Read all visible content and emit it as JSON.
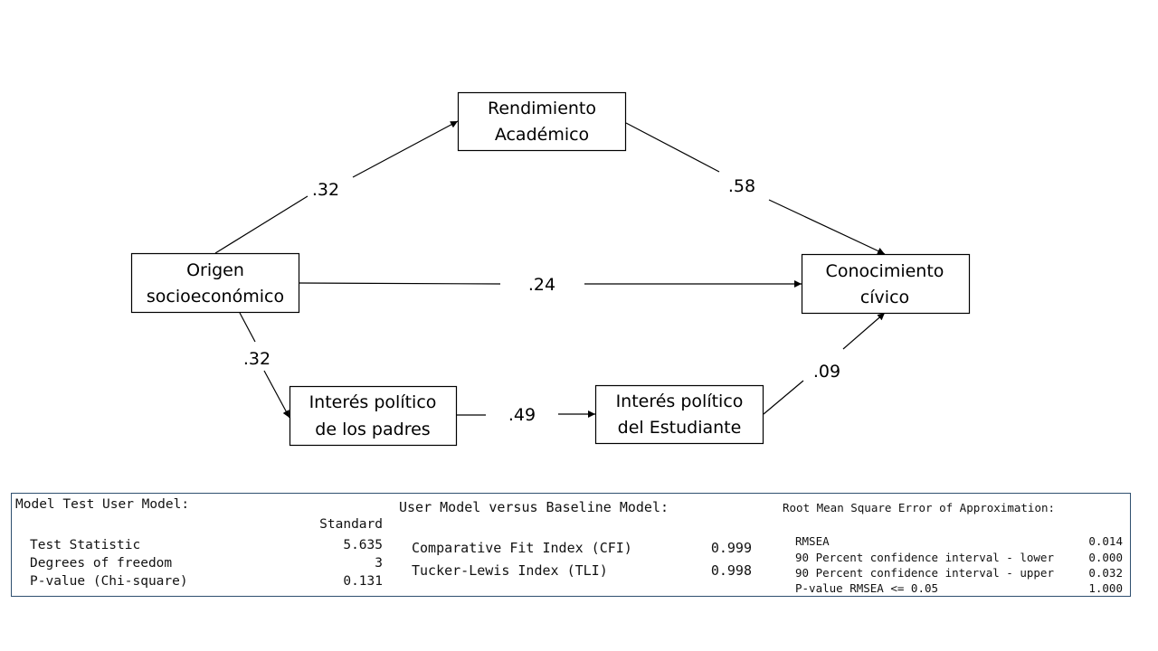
{
  "diagram": {
    "nodes": {
      "origen": [
        "Origen",
        "socioeconómico"
      ],
      "rendimiento": [
        "Rendimiento",
        "Académico"
      ],
      "conocimiento": [
        "Conocimiento",
        "cívico"
      ],
      "padres": [
        "Interés político",
        "de los padres"
      ],
      "estudiante": [
        "Interés político",
        "del Estudiante"
      ]
    },
    "edges": {
      "origen_rendimiento": ".32",
      "rendimiento_conocimiento": ".58",
      "origen_conocimiento": ".24",
      "origen_padres": ".32",
      "padres_estudiante": ".49",
      "estudiante_conocimiento": ".09"
    }
  },
  "stats": {
    "model_test": {
      "title": "Model Test User Model:",
      "column_header": "Standard",
      "rows": [
        {
          "label": "Test Statistic",
          "value": "5.635"
        },
        {
          "label": "Degrees of freedom",
          "value": "3"
        },
        {
          "label": "P-value (Chi-square)",
          "value": "0.131"
        }
      ]
    },
    "baseline": {
      "title": "User Model versus Baseline Model:",
      "rows": [
        {
          "label": "Comparative Fit Index (CFI)",
          "value": "0.999"
        },
        {
          "label": "Tucker-Lewis Index (TLI)",
          "value": "0.998"
        }
      ]
    },
    "rmsea": {
      "title": "Root Mean Square Error of Approximation:",
      "rows": [
        {
          "label": "RMSEA",
          "value": "0.014"
        },
        {
          "label": "90 Percent confidence interval - lower",
          "value": "0.000"
        },
        {
          "label": "90 Percent confidence interval - upper",
          "value": "0.032"
        },
        {
          "label": "P-value RMSEA <= 0.05",
          "value": "1.000"
        }
      ]
    }
  }
}
